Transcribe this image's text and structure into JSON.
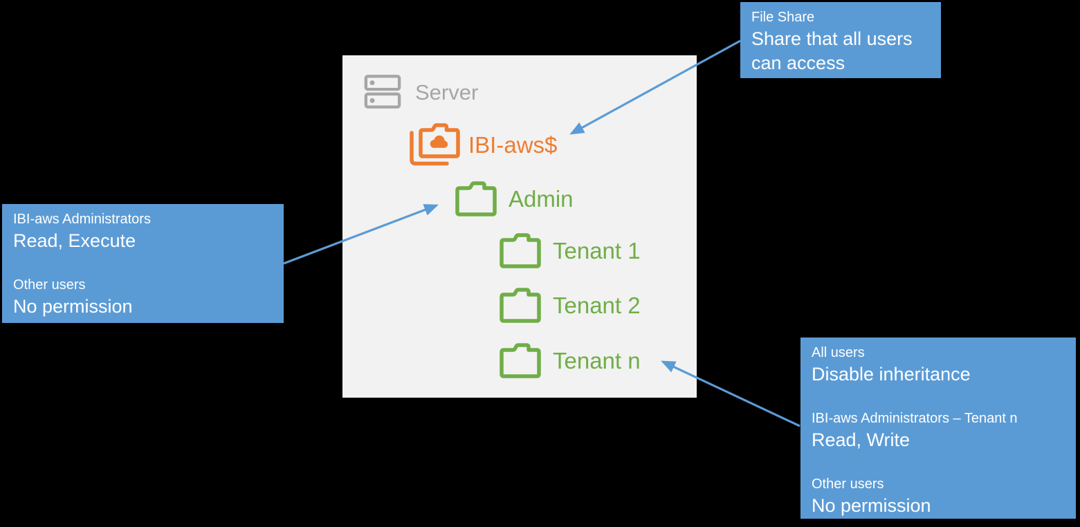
{
  "colors": {
    "background": "#000000",
    "panel_background": "#F2F2F2",
    "callout_blue": "#5B9BD5",
    "arrow_blue": "#5B9BD5",
    "folder_green": "#70AD47",
    "folder_orange": "#ED7D31",
    "server_gray": "#A6A6A6",
    "callout_text": "#FFFFFF"
  },
  "server_panel": {
    "title": "Server",
    "items": [
      {
        "label": "IBI-aws$",
        "icon": "shared-cloud-folder-icon",
        "color": "#ED7D31"
      },
      {
        "label": "Admin",
        "icon": "folder-icon",
        "color": "#70AD47"
      },
      {
        "label": "Tenant 1",
        "icon": "folder-icon",
        "color": "#70AD47"
      },
      {
        "label": "Tenant 2",
        "icon": "folder-icon",
        "color": "#70AD47"
      },
      {
        "label": "Tenant n",
        "icon": "folder-icon",
        "color": "#70AD47"
      }
    ]
  },
  "callouts": {
    "file_share": {
      "title": "File Share",
      "body": "Share that all users can access",
      "target": "IBI-aws$"
    },
    "admin_folder": {
      "target": "Admin",
      "entries": [
        {
          "subject": "IBI-aws Administrators",
          "permission": "Read, Execute"
        },
        {
          "subject": "Other users",
          "permission": "No permission"
        }
      ]
    },
    "tenant_n_folder": {
      "target": "Tenant n",
      "entries": [
        {
          "subject": "All users",
          "permission": "Disable inheritance"
        },
        {
          "subject": "IBI-aws Administrators – Tenant n",
          "permission": "Read, Write"
        },
        {
          "subject": "Other users",
          "permission": "No permission"
        }
      ]
    }
  }
}
